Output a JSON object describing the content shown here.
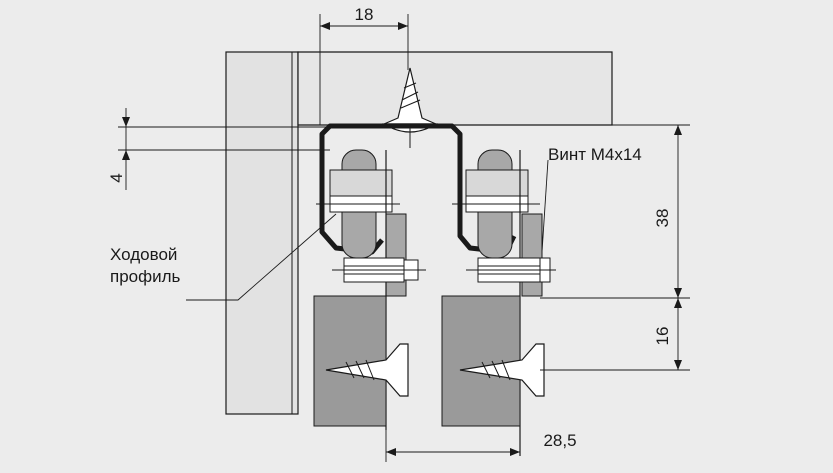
{
  "labels": {
    "top_width": "18",
    "lip": "4",
    "screw": "Винт М4х14",
    "height_upper": "38",
    "height_lower": "16",
    "profile_line1": "Ходовой",
    "profile_line2": "профиль",
    "bottom_width": "28,5"
  },
  "colors": {
    "background": "#ececec",
    "line": "#1a1a1a",
    "profile": "#1a1a1a",
    "gray_block": "#9a9a9a",
    "screw_fill": "#ffffff"
  }
}
